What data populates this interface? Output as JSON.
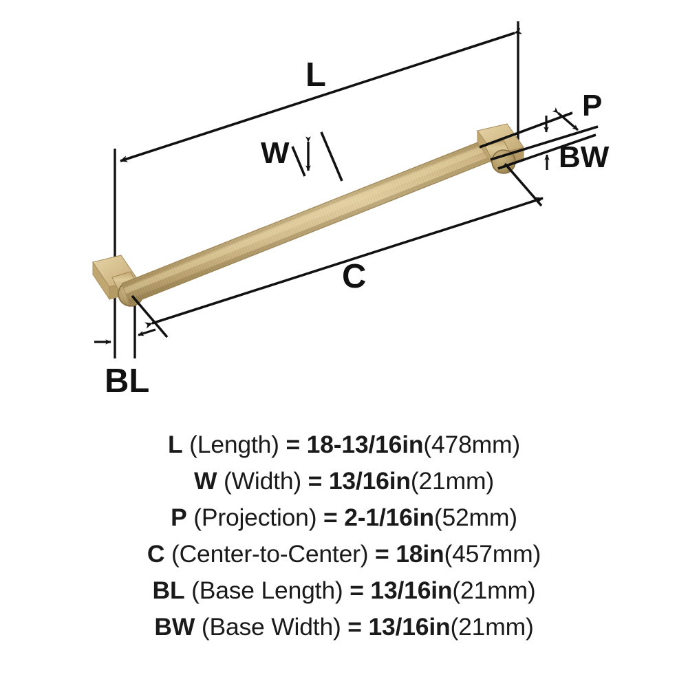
{
  "diagram": {
    "title": "Bar pull handle dimension diagram",
    "product_finish_color": "#c9ae78",
    "line_color": "#111111",
    "background_color": "#ffffff",
    "labels": {
      "length": "L",
      "width": "W",
      "projection": "P",
      "center_to_center": "C",
      "base_length": "BL",
      "base_width": "BW"
    }
  },
  "specs": [
    {
      "code": "L",
      "name": "(Length)",
      "equals": "=",
      "imperial": "18-13/16in",
      "metric": "(478mm)"
    },
    {
      "code": "W",
      "name": "(Width)",
      "equals": "=",
      "imperial": "13/16in",
      "metric": "(21mm)"
    },
    {
      "code": "P",
      "name": "(Projection)",
      "equals": "=",
      "imperial": "2-1/16in",
      "metric": "(52mm)"
    },
    {
      "code": "C",
      "name": "(Center-to-Center)",
      "equals": "=",
      "imperial": "18in",
      "metric": "(457mm)"
    },
    {
      "code": "BL",
      "name": "(Base Length)",
      "equals": "=",
      "imperial": "13/16in",
      "metric": "(21mm)"
    },
    {
      "code": "BW",
      "name": "(Base Width)",
      "equals": "=",
      "imperial": "13/16in",
      "metric": "(21mm)"
    }
  ]
}
